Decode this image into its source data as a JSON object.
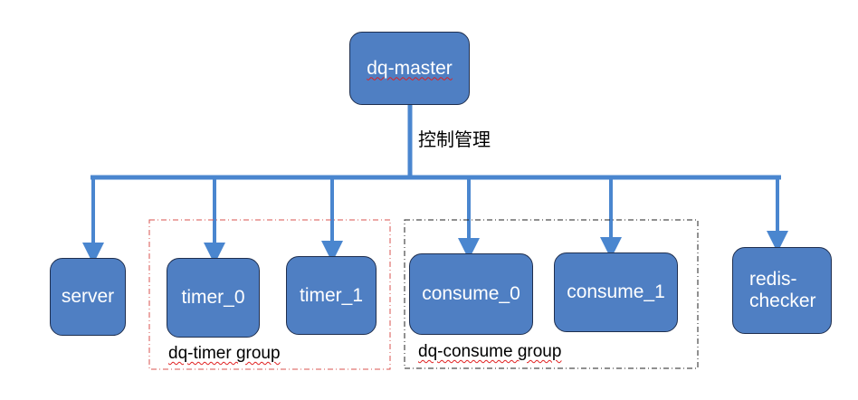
{
  "master": {
    "label": "dq-master"
  },
  "edge_label": "控制管理",
  "nodes": {
    "server": "server",
    "timer_0": "timer_0",
    "timer_1": "timer_1",
    "consume_0": "consume_0",
    "consume_1": "consume_1",
    "redis_checker": "redis-\nchecker"
  },
  "groups": {
    "timer": "dq-timer group",
    "consume": "dq-consume group"
  },
  "colors": {
    "node_fill": "#4f7fc3",
    "node_border": "#1f2f4f",
    "connector": "#4a86cf",
    "timer_group_border": "#d9534f",
    "consume_group_border": "#222222"
  }
}
